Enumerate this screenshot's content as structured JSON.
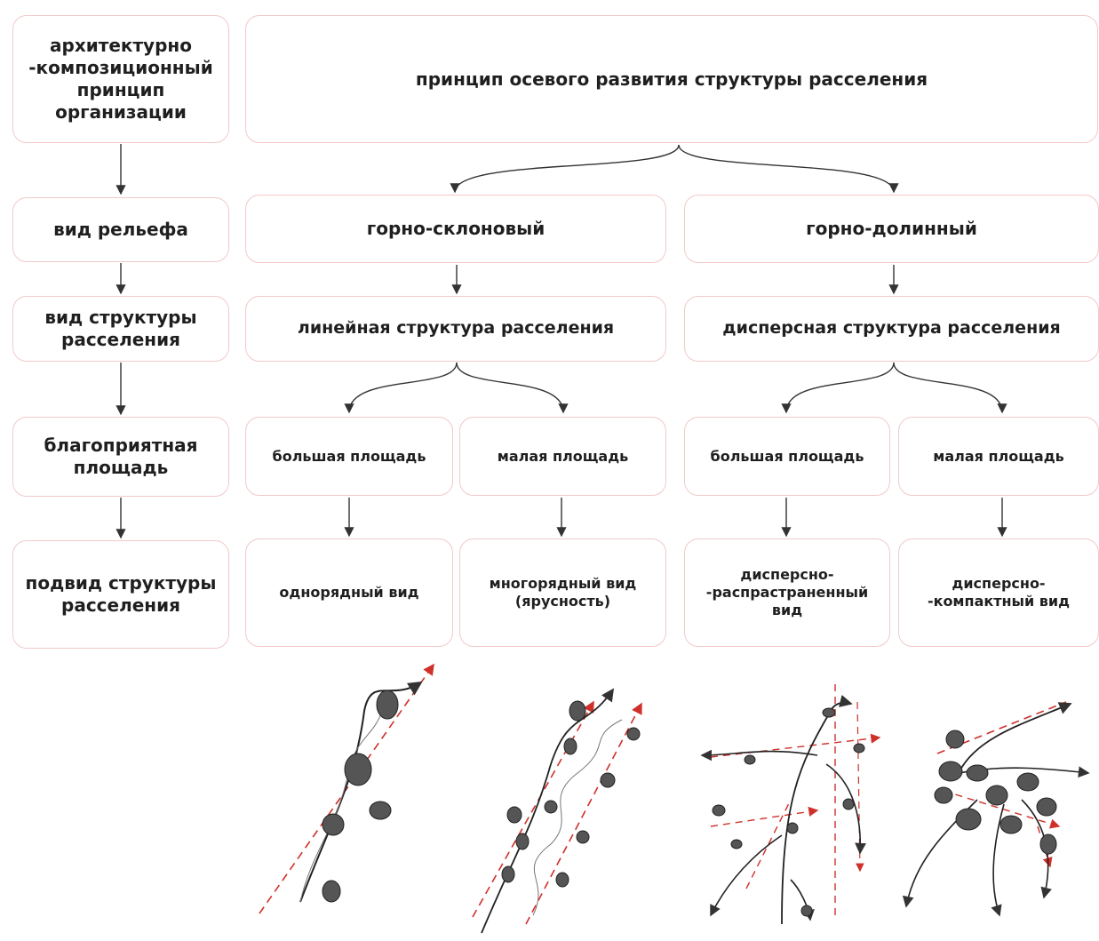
{
  "left_column": {
    "principle": "архитектурно\n-композиционный\nпринцип\nорганизации",
    "relief": "вид рельефа",
    "structure_type": "вид структуры\nрасселения",
    "favorable_area": "благоприятная\nплощадь",
    "subtype": "подвид структуры\nрасселения"
  },
  "top": {
    "title": "принцип осевого развития структуры расселения"
  },
  "relief_types": {
    "slope": "горно-склоновый",
    "valley": "горно-долинный"
  },
  "structures": {
    "linear": "линейная структура расселения",
    "dispersed": "дисперсная структура расселения"
  },
  "areas": {
    "linear_large": "большая площадь",
    "linear_small": "малая площадь",
    "dispersed_large": "большая площадь",
    "dispersed_small": "малая площадь"
  },
  "subtypes": {
    "single_row": "однорядный вид",
    "multi_row": "многорядный вид\n(ярусность)",
    "dispersed_spread": "дисперсно-\n-распрастраненный\nвид",
    "dispersed_compact": "дисперсно-\n-компактный вид"
  },
  "colors": {
    "box_border": "#f2c9c9",
    "arrow": "#333333",
    "accent_red": "#d0302a"
  }
}
